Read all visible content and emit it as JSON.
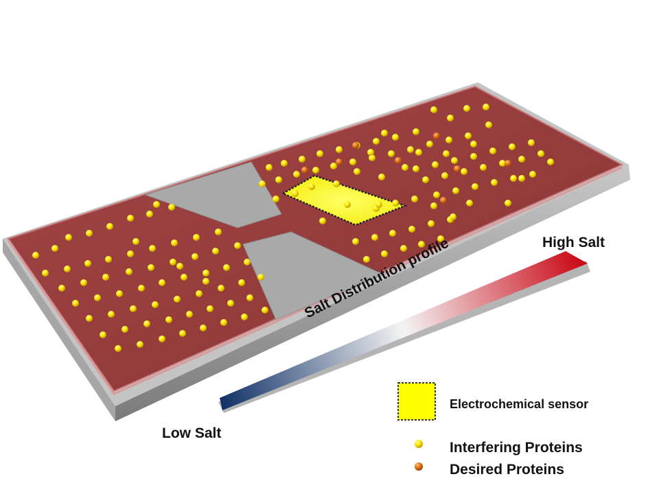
{
  "labels": {
    "high_salt": "High Salt",
    "low_salt": "Low Salt",
    "profile": "Salt Distribution profile"
  },
  "legend": {
    "sensor": "Electrochemical sensor",
    "interfering": "Interfering Proteins",
    "desired": "Desired Proteins"
  },
  "colors": {
    "channel": "#953c3c",
    "channel_edge": "#c06868",
    "base_top": "#b8b8b8",
    "base_front": "#8a8a8a",
    "nanojunction": "#a8a8a8",
    "sensor": "#ffff00",
    "interfering_protein": "#ffee00",
    "desired_protein": "#e07418",
    "gradient_low": "#0e2f66",
    "gradient_mid": "#f4f4f4",
    "gradient_high": "#c8000e"
  }
}
